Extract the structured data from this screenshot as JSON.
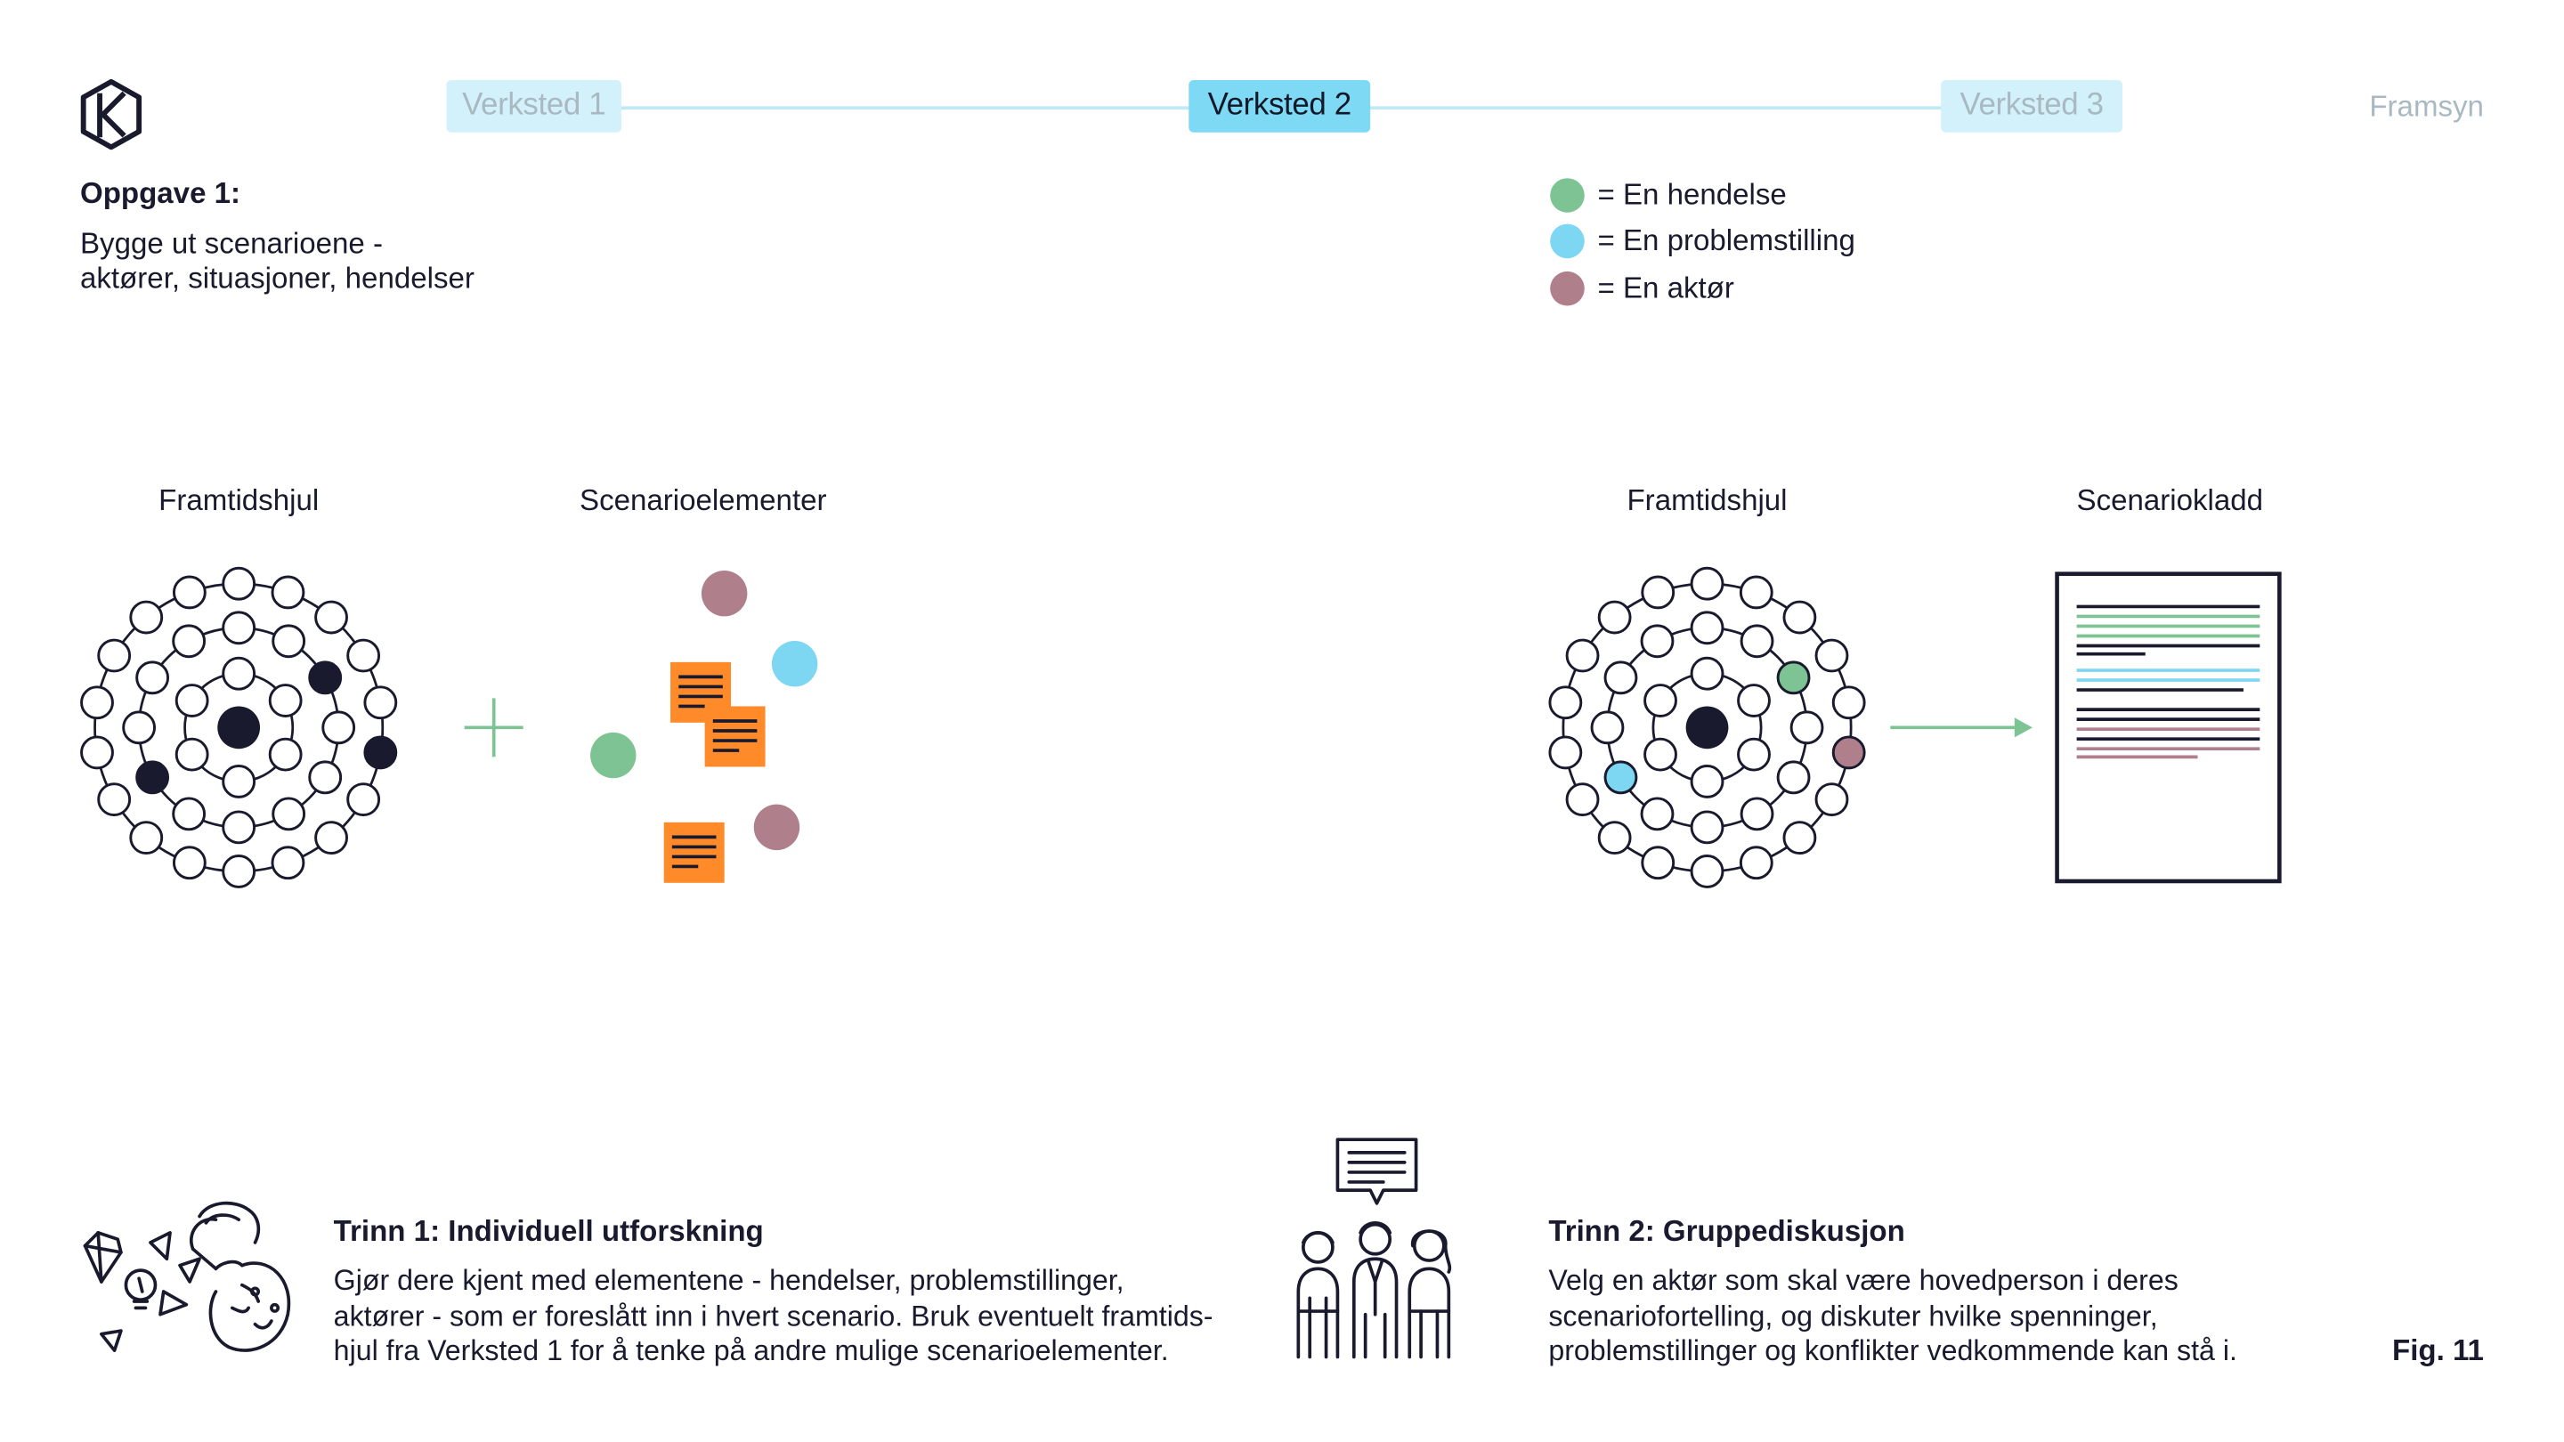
{
  "header": {
    "steps": [
      {
        "label": "Verksted 1",
        "state": "inactive"
      },
      {
        "label": "Verksted 2",
        "state": "active"
      },
      {
        "label": "Verksted 3",
        "state": "inactive"
      }
    ],
    "brand": "Framsyn"
  },
  "task": {
    "title": "Oppgave 1:",
    "line1": "Bygge ut scenarioene -",
    "line2": "aktører, situasjoner, hendelser"
  },
  "legend": [
    {
      "label": "= En hendelse",
      "color": "#7dc393"
    },
    {
      "label": "= En problemstilling",
      "color": "#7dd6f2"
    },
    {
      "label": "= En aktør",
      "color": "#b07f8c"
    }
  ],
  "diagram": {
    "left_wheel_label": "Framtidshjul",
    "elements_label": "Scenarioelementer",
    "right_wheel_label": "Framtidshjul",
    "draft_label": "Scenariokladd"
  },
  "colors": {
    "dark": "#1a1a2e",
    "green": "#7dc393",
    "blue": "#7dd6f2",
    "mauve": "#b07f8c",
    "orange": "#ff8a2a",
    "tab_inactive": "#d3f1fb",
    "tab_active": "#7ed9f4"
  },
  "steps_info": {
    "step1": {
      "title": "Trinn 1: Individuell utforskning",
      "lines": [
        "Gjør dere kjent med elementene - hendelser, problemstillinger,",
        "aktører - som er foreslått inn i hvert scenario. Bruk eventuelt framtids-",
        "hjul fra Verksted 1 for å tenke på andre mulige scenarioelementer."
      ]
    },
    "step2": {
      "title": "Trinn 2: Gruppediskusjon",
      "lines": [
        "Velg en aktør som skal være hovedperson i deres",
        "scenariofortelling, og diskuter hvilke spenninger,",
        "problemstillinger og konflikter vedkommende kan stå i."
      ]
    }
  },
  "figure_label": "Fig. 11",
  "icons": [
    "logo-icon",
    "ideas-illustration",
    "group-discussion-illustration",
    "plus-icon",
    "arrow-right-icon",
    "sticky-note-icon",
    "document-icon"
  ]
}
